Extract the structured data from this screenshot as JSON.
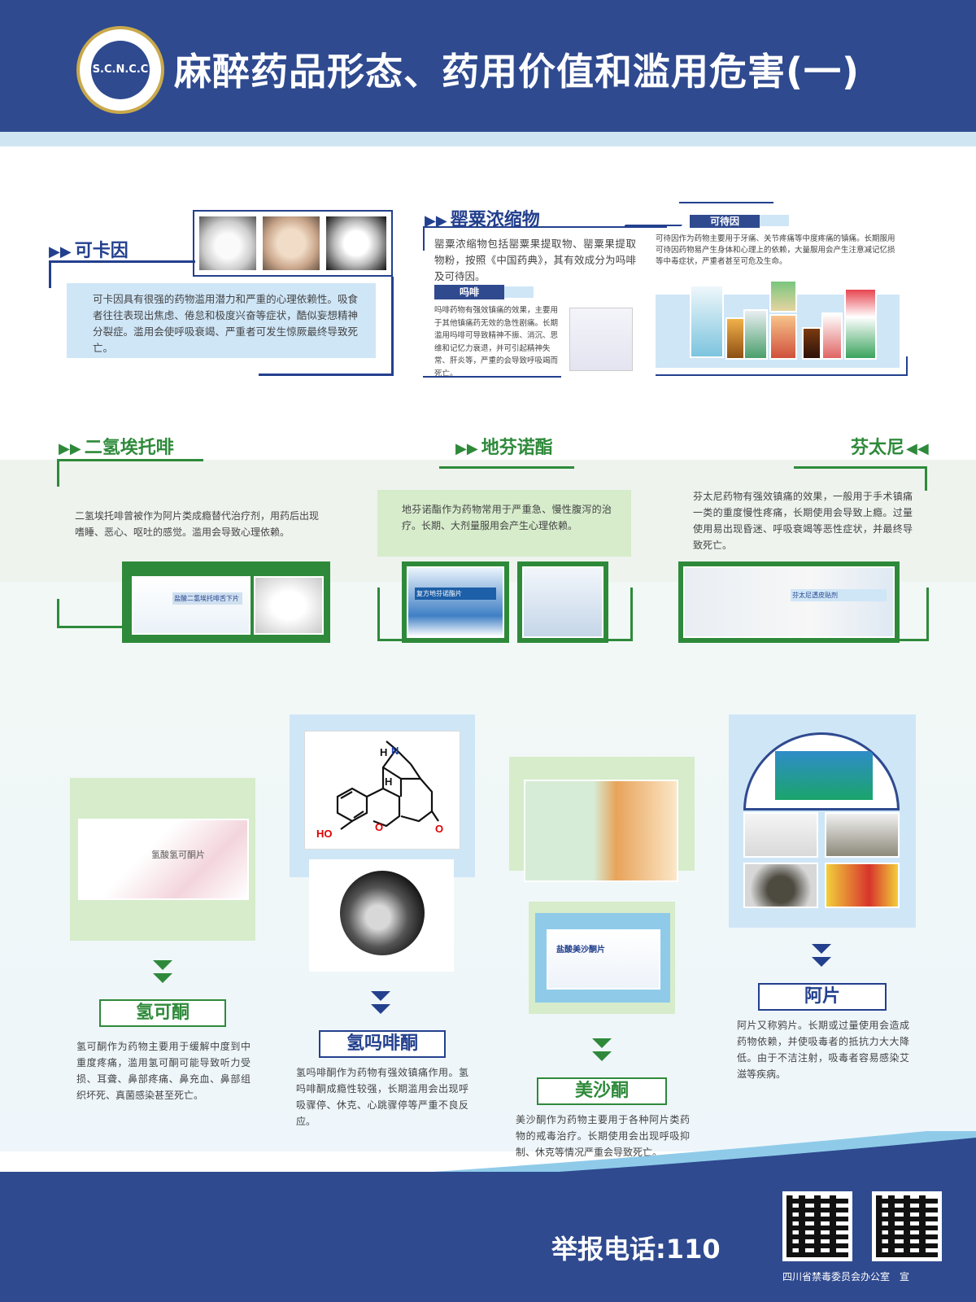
{
  "header": {
    "title": "麻醉药品形态、药用价值和滥用危害(一)",
    "logo_text": "S.C.N.C.C"
  },
  "sections": {
    "cocaine": {
      "title": "可卡因",
      "desc": "可卡因具有很强的药物滥用潜力和严重的心理依赖性。吸食者往往表现出焦虑、倦怠和极度兴奋等症状，酷似妄想精神分裂症。滥用会使呼吸衰竭、严重者可发生惊厥最终导致死亡。"
    },
    "poppy": {
      "title": "罂粟浓缩物",
      "desc": "罂粟浓缩物包括罂粟果提取物、罂粟果提取物粉，按照《中国药典》，其有效成分为吗啡及可待因。",
      "morphine_tag": "吗啡",
      "morphine_desc": "吗啡药物有强效镇痛的效果，主要用于其他镇痛药无效的急性剧痛。长期滥用吗啡可导致精神不振、消沉、思维和记忆力衰退，并可引起精神失常、肝炎等，严重的会导致呼吸竭而死亡。",
      "codeine_tag": "可待因",
      "codeine_desc": "可待因作为药物主要用于牙痛、关节疼痛等中度疼痛的镇痛。长期服用可待因药物易产生身体和心理上的依赖，大量服用会产生注意减记忆损等中毒症状，严重者甚至可危及生命。"
    },
    "dihydroetorphine": {
      "title": "二氢埃托啡",
      "desc": "二氢埃托啡曾被作为阿片类成瘾替代治疗剂，用药后出现嗜睡、恶心、呕吐的感觉。滥用会导致心理依赖。"
    },
    "difenoxin": {
      "title": "地芬诺酯",
      "desc": "地芬诺酯作为药物常用于严重急、慢性腹泻的治疗。长期、大剂量服用会产生心理依赖。"
    },
    "fentanyl": {
      "title": "芬太尼",
      "desc": "芬太尼药物有强效镇痛的效果，一般用于手术镇痛一类的重度慢性疼痛，长期使用会导致上瘾。过量使用易出现昏迷、呼吸衰竭等恶性症状，并最终导致死亡。"
    },
    "hydrocodone": {
      "title": "氢可酮",
      "desc": "氢可酮作为药物主要用于缓解中度到中重度疼痛，滥用氢可酮可能导致听力受损、耳聋、鼻部疼痛、鼻充血、鼻部组织坏死、真菌感染甚至死亡。",
      "package_label": "氢酸氢可酮片"
    },
    "hydromorphone": {
      "title": "氢吗啡酮",
      "desc": "氢吗啡酮作为药物有强效镇痛作用。氢吗啡酮成瘾性较强，长期滥用会出现呼吸骤停、休克、心跳骤停等严重不良反应。",
      "label_h1": "H",
      "label_n": "N",
      "label_h2": "H",
      "label_ho": "HO",
      "label_o1": "O",
      "label_o2": "O"
    },
    "methadone": {
      "title": "美沙酮",
      "desc": "美沙酮作为药物主要用于各种阿片类药物的戒毒治疗。长期使用会出现呼吸抑制、休克等情况严重会导致死亡。",
      "package_label": "盐酸美沙酮片"
    },
    "opium": {
      "title": "阿片",
      "desc": "阿片又称鸦片。长期或过量使用会造成药物依赖，并使吸毒者的抵抗力大大降低。由于不洁注射，吸毒者容易感染艾滋等疾病。"
    },
    "compound_labels": {
      "dihydro_box": "盐酸二氢埃托啡舌下片",
      "difen_box": "复方地芬诺酯片",
      "fentanyl_box": "芬太尼透皮贴剂"
    }
  },
  "footer": {
    "hotline": "举报电话:110",
    "issuer": "四川省禁毒委员会办公室　宣"
  },
  "colors": {
    "primary": "#2f4a8f",
    "green": "#2e8a3a",
    "light_blue": "#cfe6f7",
    "light_green": "#d6eccb"
  }
}
